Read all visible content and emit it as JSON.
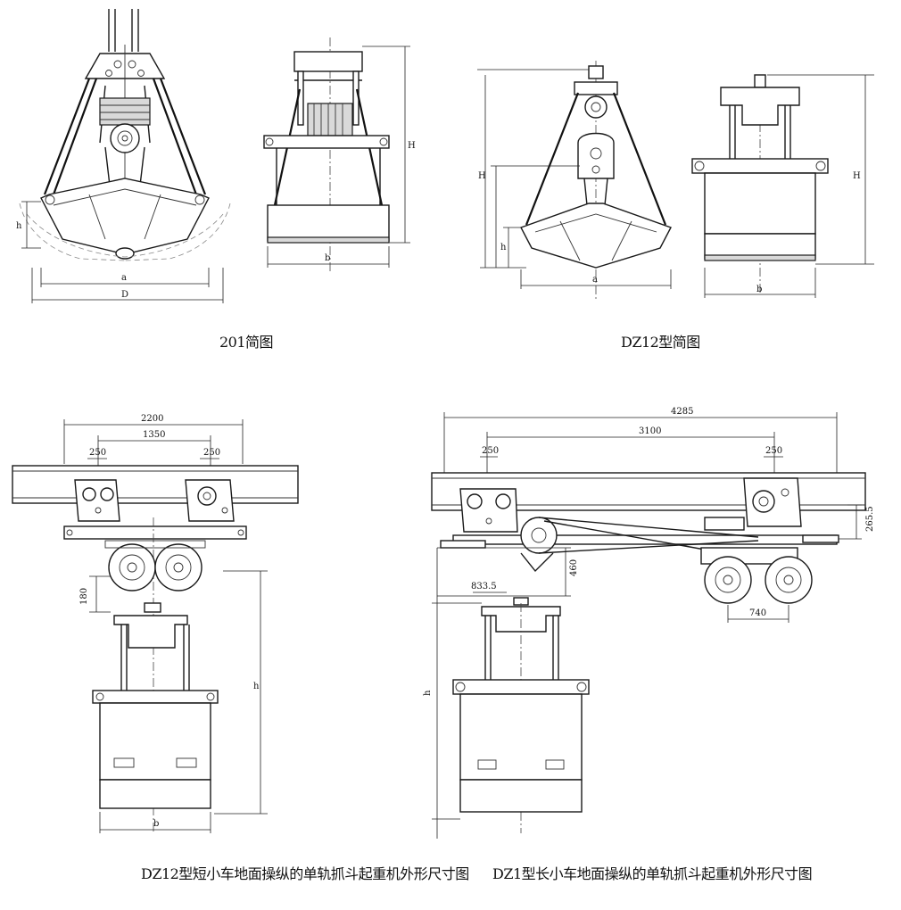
{
  "captions": {
    "fig_201": "201简图",
    "fig_dz12": "DZ12型简图",
    "fig_short": "DZ12型短小车地面操纵的单轨抓斗起重机外形尺寸图",
    "fig_long": "DZ1型长小车地面操纵的单轨抓斗起重机外形尺寸图"
  },
  "fig201": {
    "side": {
      "h": "h",
      "a": "a",
      "D": "D"
    },
    "front": {
      "H": "H",
      "b": "b"
    }
  },
  "figDZ12": {
    "side": {
      "H": "H",
      "h": "h",
      "a": "a"
    },
    "front": {
      "H": "H",
      "b": "b"
    }
  },
  "figShort": {
    "overall": "2200",
    "wheelbase": "1350",
    "left_offset": "250",
    "right_offset": "250",
    "drop": "180",
    "h": "h",
    "b": "b"
  },
  "figLong": {
    "overall": "4285",
    "wheelbase": "3100",
    "left_offset": "250",
    "right_offset": "250",
    "rail_height": "265.5",
    "pulley_drop": "460",
    "grab_offset": "833.5",
    "bogie_base": "740",
    "h": "h"
  }
}
